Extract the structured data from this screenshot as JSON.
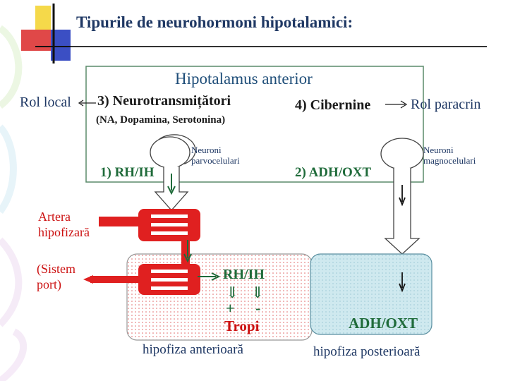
{
  "title": "Tipurile de neurohormoni hipotalamici:",
  "hypothalamus_label": "Hipotalamus anterior",
  "role_local": "Rol local",
  "neurotransmitters": "3) Neurotransmițători",
  "neurotransmitters_examples": "(NA, Dopamina, Serotonina)",
  "cibernine": "4) Cibernine",
  "role_paracrine": "Rol paracrin",
  "neurons_parvo": [
    "Neuroni",
    "parvocelulari"
  ],
  "neurons_magno": [
    "Neuroni",
    "magnocelulari"
  ],
  "rh_ih_1": "1) RH/IH",
  "adh_oxt_2": "2) ADH/OXT",
  "artery_label": [
    "Artera",
    "hipofizară"
  ],
  "portal_label": [
    "(Sistem",
    "port)"
  ],
  "rh_ih_ant": "RH/IH",
  "arrows_double": "⇓ ⇓",
  "plus": "+",
  "minus": "-",
  "tropi": "Tropi",
  "adh_oxt_post": "ADH/OXT",
  "ant_pituitary": "hipofiza anterioară",
  "post_pituitary": "hipofiza posterioară",
  "colors": {
    "title": "#1f3864",
    "green": "#1f6b3a",
    "red": "#cc1111",
    "box_border": "#5a8a6a",
    "posterior_fill": "#cfe9ef"
  }
}
